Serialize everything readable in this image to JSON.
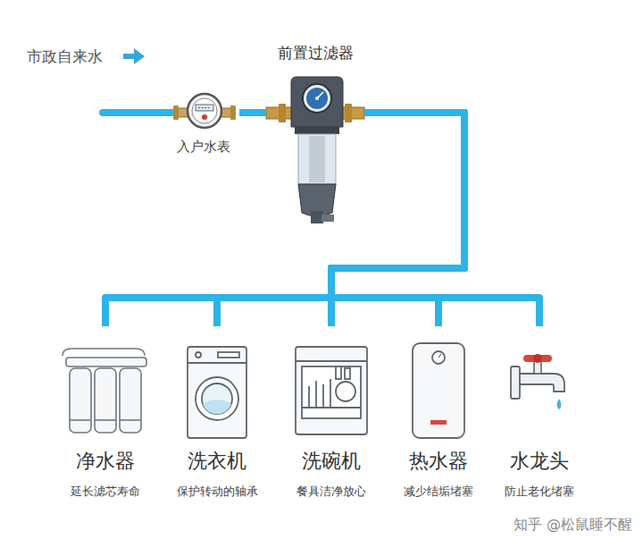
{
  "diagram": {
    "nodes": [
      {
        "text": [
          "入户水表"
        ]
      },
      {
        "text": [
          "前置过滤器"
        ]
      },
      {
        "text": [
          "净水器",
          "延长滤芯寿命"
        ]
      },
      {
        "text": [
          "洗衣机",
          "保护转动的轴承"
        ]
      },
      {
        "text": [
          "洗碗机",
          "餐具洁净放心"
        ]
      },
      {
        "text": [
          "热水器",
          "减少结垢堵塞"
        ]
      },
      {
        "text": [
          "水龙头",
          "防止老化堵塞"
        ]
      }
    ],
    "edges": [
      {
        "from": 0,
        "to": 1,
        "arrow": "none"
      },
      {
        "from": 1,
        "to": 2,
        "arrow": "none"
      },
      {
        "from": 1,
        "to": 3,
        "arrow": "none"
      },
      {
        "from": 1,
        "to": 4,
        "arrow": "none"
      },
      {
        "from": 1,
        "to": 5,
        "arrow": "none"
      },
      {
        "from": 1,
        "to": 6,
        "arrow": "none"
      }
    ],
    "labels": [
      "市政自来水",
      "知乎 @松鼠睡不醒"
    ]
  }
}
